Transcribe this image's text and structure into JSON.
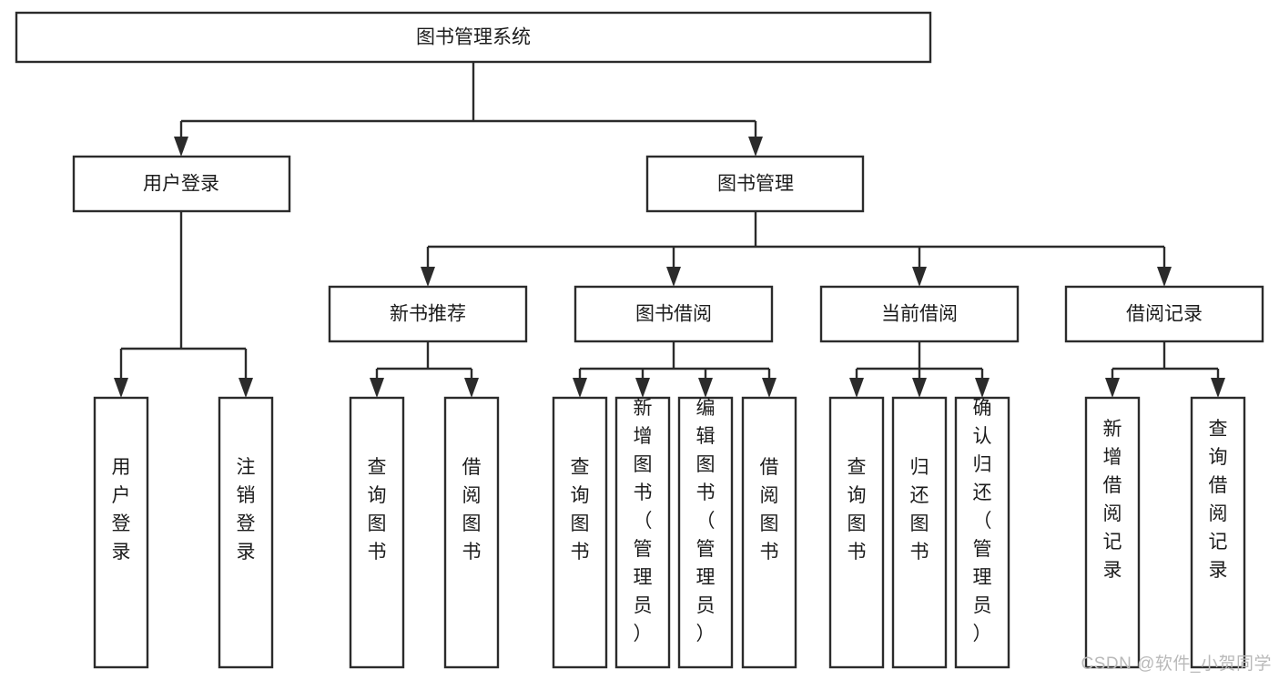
{
  "diagram": {
    "title": "图书管理系统",
    "type": "hierarchy-tree",
    "orientation": "top-down",
    "style": {
      "box_fill": "#ffffff",
      "box_stroke": "#2b2b2b",
      "text_color": "#1c1c1c",
      "background": "#ffffff",
      "watermark_color": "#b9b9b9"
    },
    "levels": [
      {
        "level": 1,
        "nodes": [
          {
            "id": "root",
            "label": "图书管理系统",
            "text_orientation": "horizontal"
          }
        ]
      },
      {
        "level": 2,
        "nodes": [
          {
            "id": "login",
            "label": "用户登录",
            "parent": "root",
            "text_orientation": "horizontal"
          },
          {
            "id": "bookmgmt",
            "label": "图书管理",
            "parent": "root",
            "text_orientation": "horizontal"
          }
        ]
      },
      {
        "level": 3,
        "nodes": [
          {
            "id": "newbook",
            "label": "新书推荐",
            "parent": "bookmgmt",
            "text_orientation": "horizontal"
          },
          {
            "id": "borrow",
            "label": "图书借阅",
            "parent": "bookmgmt",
            "text_orientation": "horizontal"
          },
          {
            "id": "current",
            "label": "当前借阅",
            "parent": "bookmgmt",
            "text_orientation": "horizontal"
          },
          {
            "id": "record",
            "label": "借阅记录",
            "parent": "bookmgmt",
            "text_orientation": "horizontal"
          }
        ]
      },
      {
        "level": 4,
        "nodes": [
          {
            "id": "leaf1",
            "label": "用户登录",
            "parent": "login",
            "text_orientation": "vertical"
          },
          {
            "id": "leaf2",
            "label": "注销登录",
            "parent": "login",
            "text_orientation": "vertical"
          },
          {
            "id": "leaf3",
            "label": "查询图书",
            "parent": "newbook",
            "text_orientation": "vertical"
          },
          {
            "id": "leaf4",
            "label": "借阅图书",
            "parent": "newbook",
            "text_orientation": "vertical"
          },
          {
            "id": "leaf5",
            "label": "查询图书",
            "parent": "borrow",
            "text_orientation": "vertical"
          },
          {
            "id": "leaf6",
            "label": "新增图书（管理员）",
            "parent": "borrow",
            "text_orientation": "vertical"
          },
          {
            "id": "leaf7",
            "label": "编辑图书（管理员）",
            "parent": "borrow",
            "text_orientation": "vertical"
          },
          {
            "id": "leaf8",
            "label": "借阅图书",
            "parent": "borrow",
            "text_orientation": "vertical"
          },
          {
            "id": "leaf9",
            "label": "查询图书",
            "parent": "current",
            "text_orientation": "vertical"
          },
          {
            "id": "leaf10",
            "label": "归还图书",
            "parent": "current",
            "text_orientation": "vertical"
          },
          {
            "id": "leaf11",
            "label": "确认归还（管理员）",
            "parent": "current",
            "text_orientation": "vertical"
          },
          {
            "id": "leaf12",
            "label": "新增借阅记录",
            "parent": "record",
            "text_orientation": "vertical"
          },
          {
            "id": "leaf13",
            "label": "查询借阅记录",
            "parent": "record",
            "text_orientation": "vertical"
          }
        ]
      }
    ]
  },
  "watermark": {
    "text": "CSDN @软件_小贺同学"
  }
}
